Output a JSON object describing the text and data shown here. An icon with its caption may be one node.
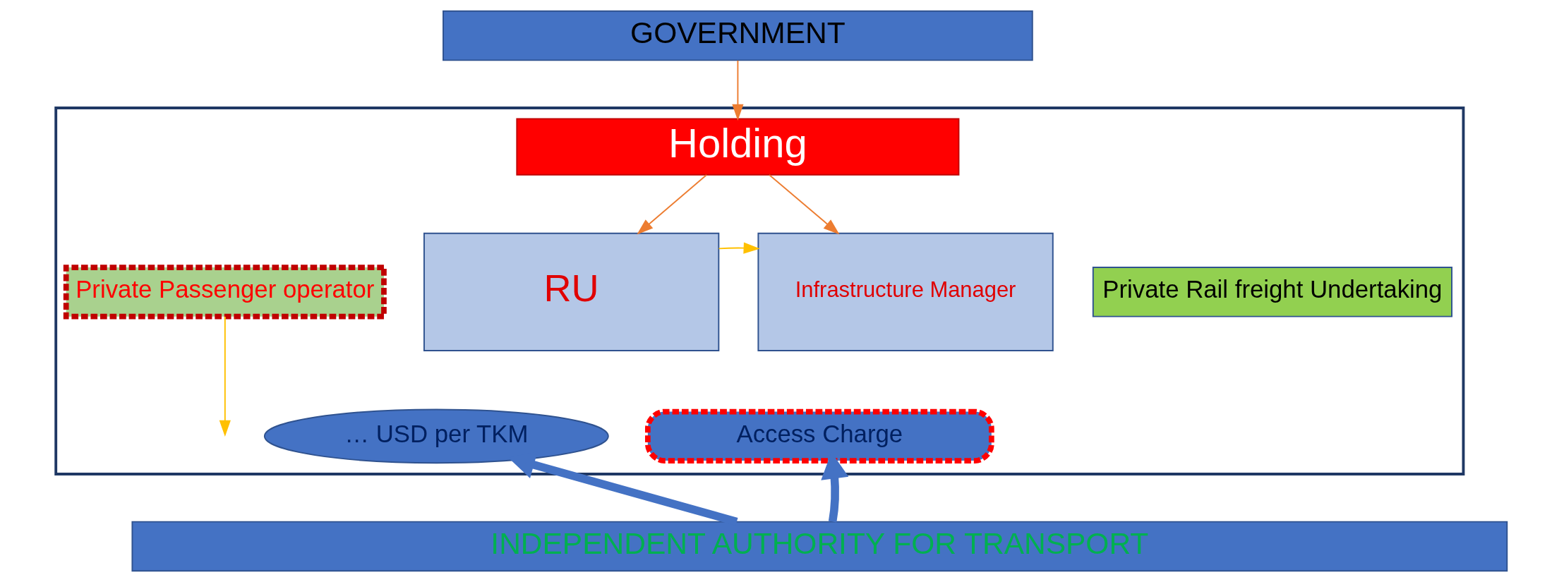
{
  "diagram": {
    "nodes": [
      {
        "text": [
          "GOVERNMENT"
        ]
      },
      {
        "text": [],
        "shape": "box"
      },
      {
        "text": [
          "Holding"
        ],
        "in": 1
      },
      {
        "text": [
          "Private Passenger operator"
        ],
        "in": 1
      },
      {
        "text": [
          "RU"
        ],
        "in": 1
      },
      {
        "text": [
          "Infrastructure Manager"
        ],
        "in": 1
      },
      {
        "text": [
          "Private Rail freight Undertaking"
        ],
        "in": 1
      },
      {
        "text": [
          "… USD per TKM"
        ],
        "in": 1
      },
      {
        "text": [
          "Access Charge"
        ],
        "in": 1
      },
      {
        "text": [
          "INDEPENDENT AUTHORITY FOR TRANSPORT"
        ]
      }
    ],
    "edges": [
      {
        "from": 0,
        "to": 2,
        "arrow": "to",
        "color": "#ed7d31"
      },
      {
        "from": 2,
        "to": 4,
        "arrow": "to",
        "color": "#ed7d31"
      },
      {
        "from": 2,
        "to": 5,
        "arrow": "to",
        "color": "#ed7d31"
      },
      {
        "from": 3,
        "to": null,
        "arrow": "to",
        "color": "#ffc000"
      },
      {
        "from": 4,
        "to": 5,
        "arrow": "to",
        "color": "#ffc000"
      },
      {
        "from": 9,
        "to": 7,
        "arrow": "to",
        "style": "thick",
        "color": "#4472c4"
      },
      {
        "from": 9,
        "to": 8,
        "arrow": "to",
        "style": "thick",
        "color": "#4472c4"
      }
    ]
  }
}
